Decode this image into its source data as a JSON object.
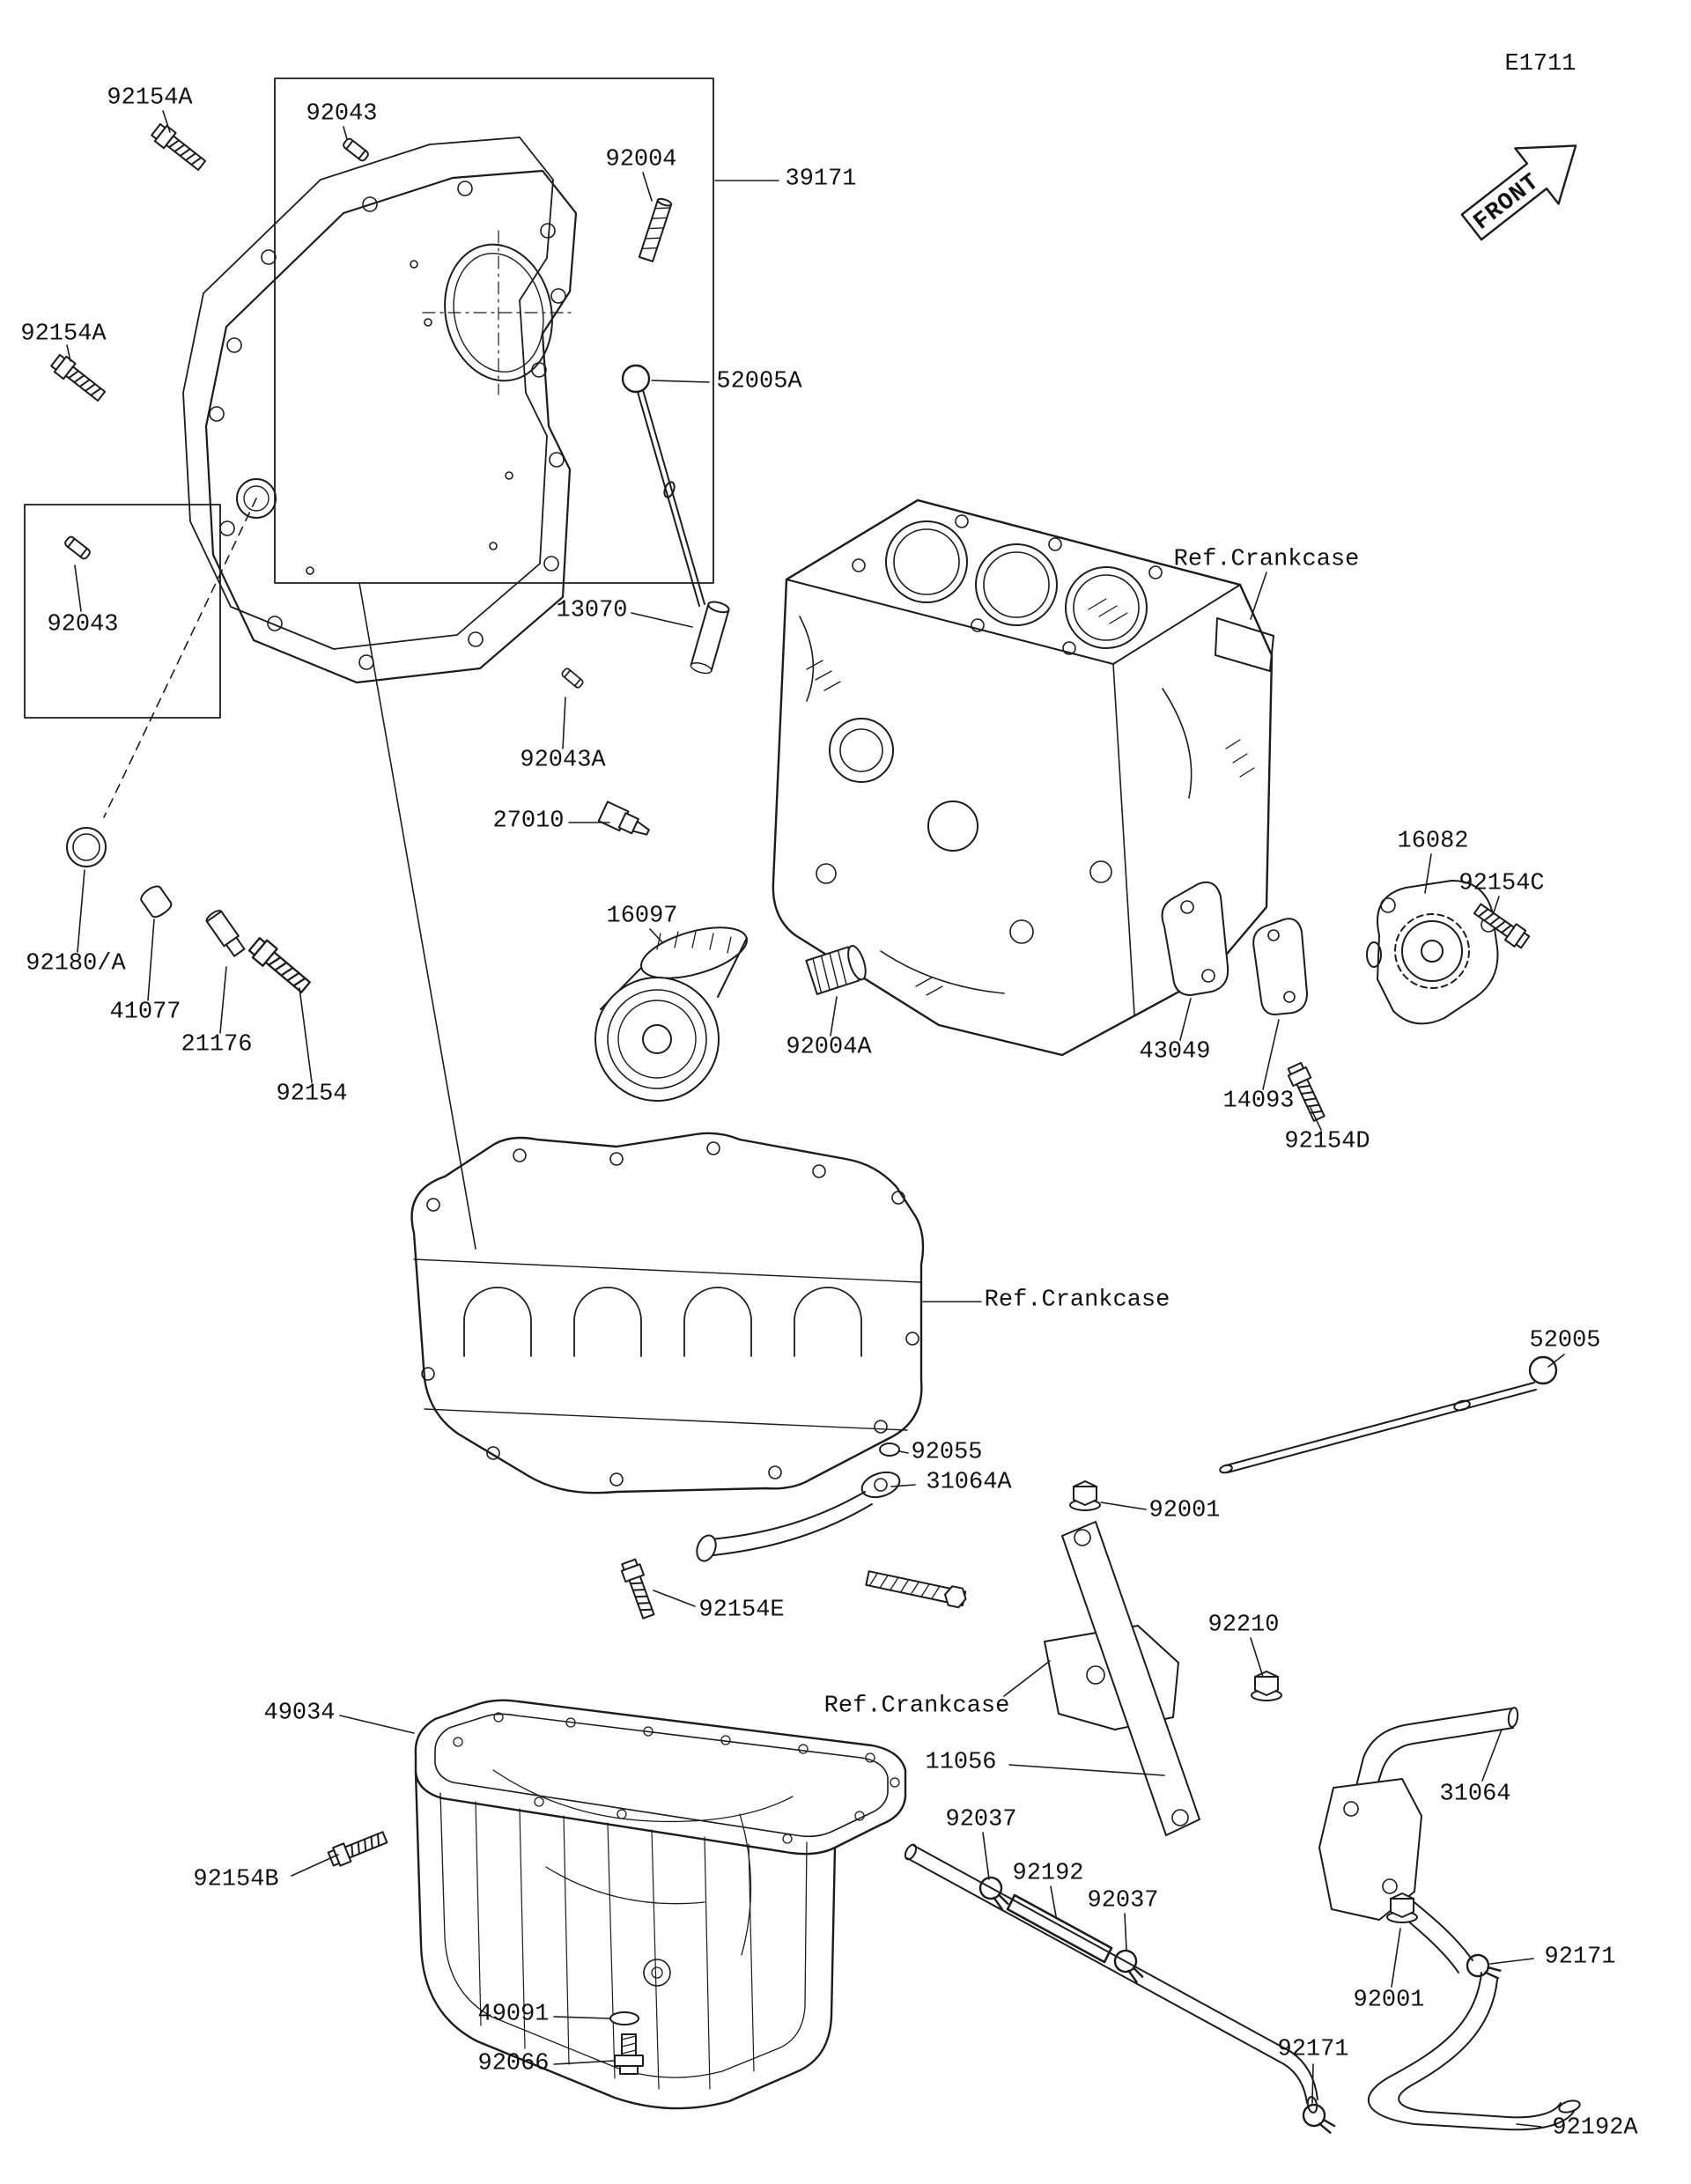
{
  "page": {
    "code": "E1711",
    "front_label": "FRONT"
  },
  "callouts": {
    "c92154a_1": "92154A",
    "c92043_1": "92043",
    "c92004": "92004",
    "c39171": "39171",
    "c52005a": "52005A",
    "c92154a_2": "92154A",
    "c92043_2": "92043",
    "c13070": "13070",
    "c92043a": "92043A",
    "c27010": "27010",
    "ref_crankcase_1": "Ref.Crankcase",
    "c16082": "16082",
    "c92154c": "92154C",
    "c16097": "16097",
    "c92004a": "92004A",
    "c43049": "43049",
    "c14093": "14093",
    "c92154d": "92154D",
    "c92180a": "92180/A",
    "c41077": "41077",
    "c21176": "21176",
    "c92154": "92154",
    "ref_crankcase_2": "Ref.Crankcase",
    "c52005": "52005",
    "c92055": "92055",
    "c31064a": "31064A",
    "c92001_1": "92001",
    "c92154e": "92154E",
    "c92210": "92210",
    "ref_crankcase_3": "Ref.Crankcase",
    "c11056": "11056",
    "c49034": "49034",
    "c31064": "31064",
    "c92037_1": "92037",
    "c92192": "92192",
    "c92037_2": "92037",
    "c92154b": "92154B",
    "c92171_1": "92171",
    "c92001_2": "92001",
    "c49091": "49091",
    "c92066": "92066",
    "c92171_2": "92171",
    "c92192a": "92192A"
  }
}
